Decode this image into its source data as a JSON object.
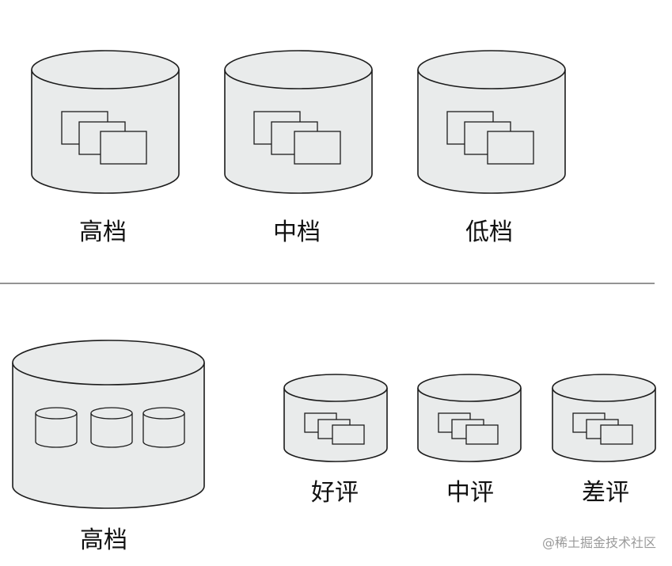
{
  "top_section": {
    "labels": [
      "高档",
      "中档",
      "低档"
    ]
  },
  "bottom_section": {
    "big_label": "高档",
    "small_labels": [
      "好评",
      "中评",
      "差评"
    ]
  },
  "watermark": "@稀土掘金技术社区",
  "colors": {
    "fill": "#e9ebeb",
    "stroke": "#1c1c1c",
    "divider": "#555555",
    "text": "#111111",
    "watermark": "#9a9a9a"
  }
}
